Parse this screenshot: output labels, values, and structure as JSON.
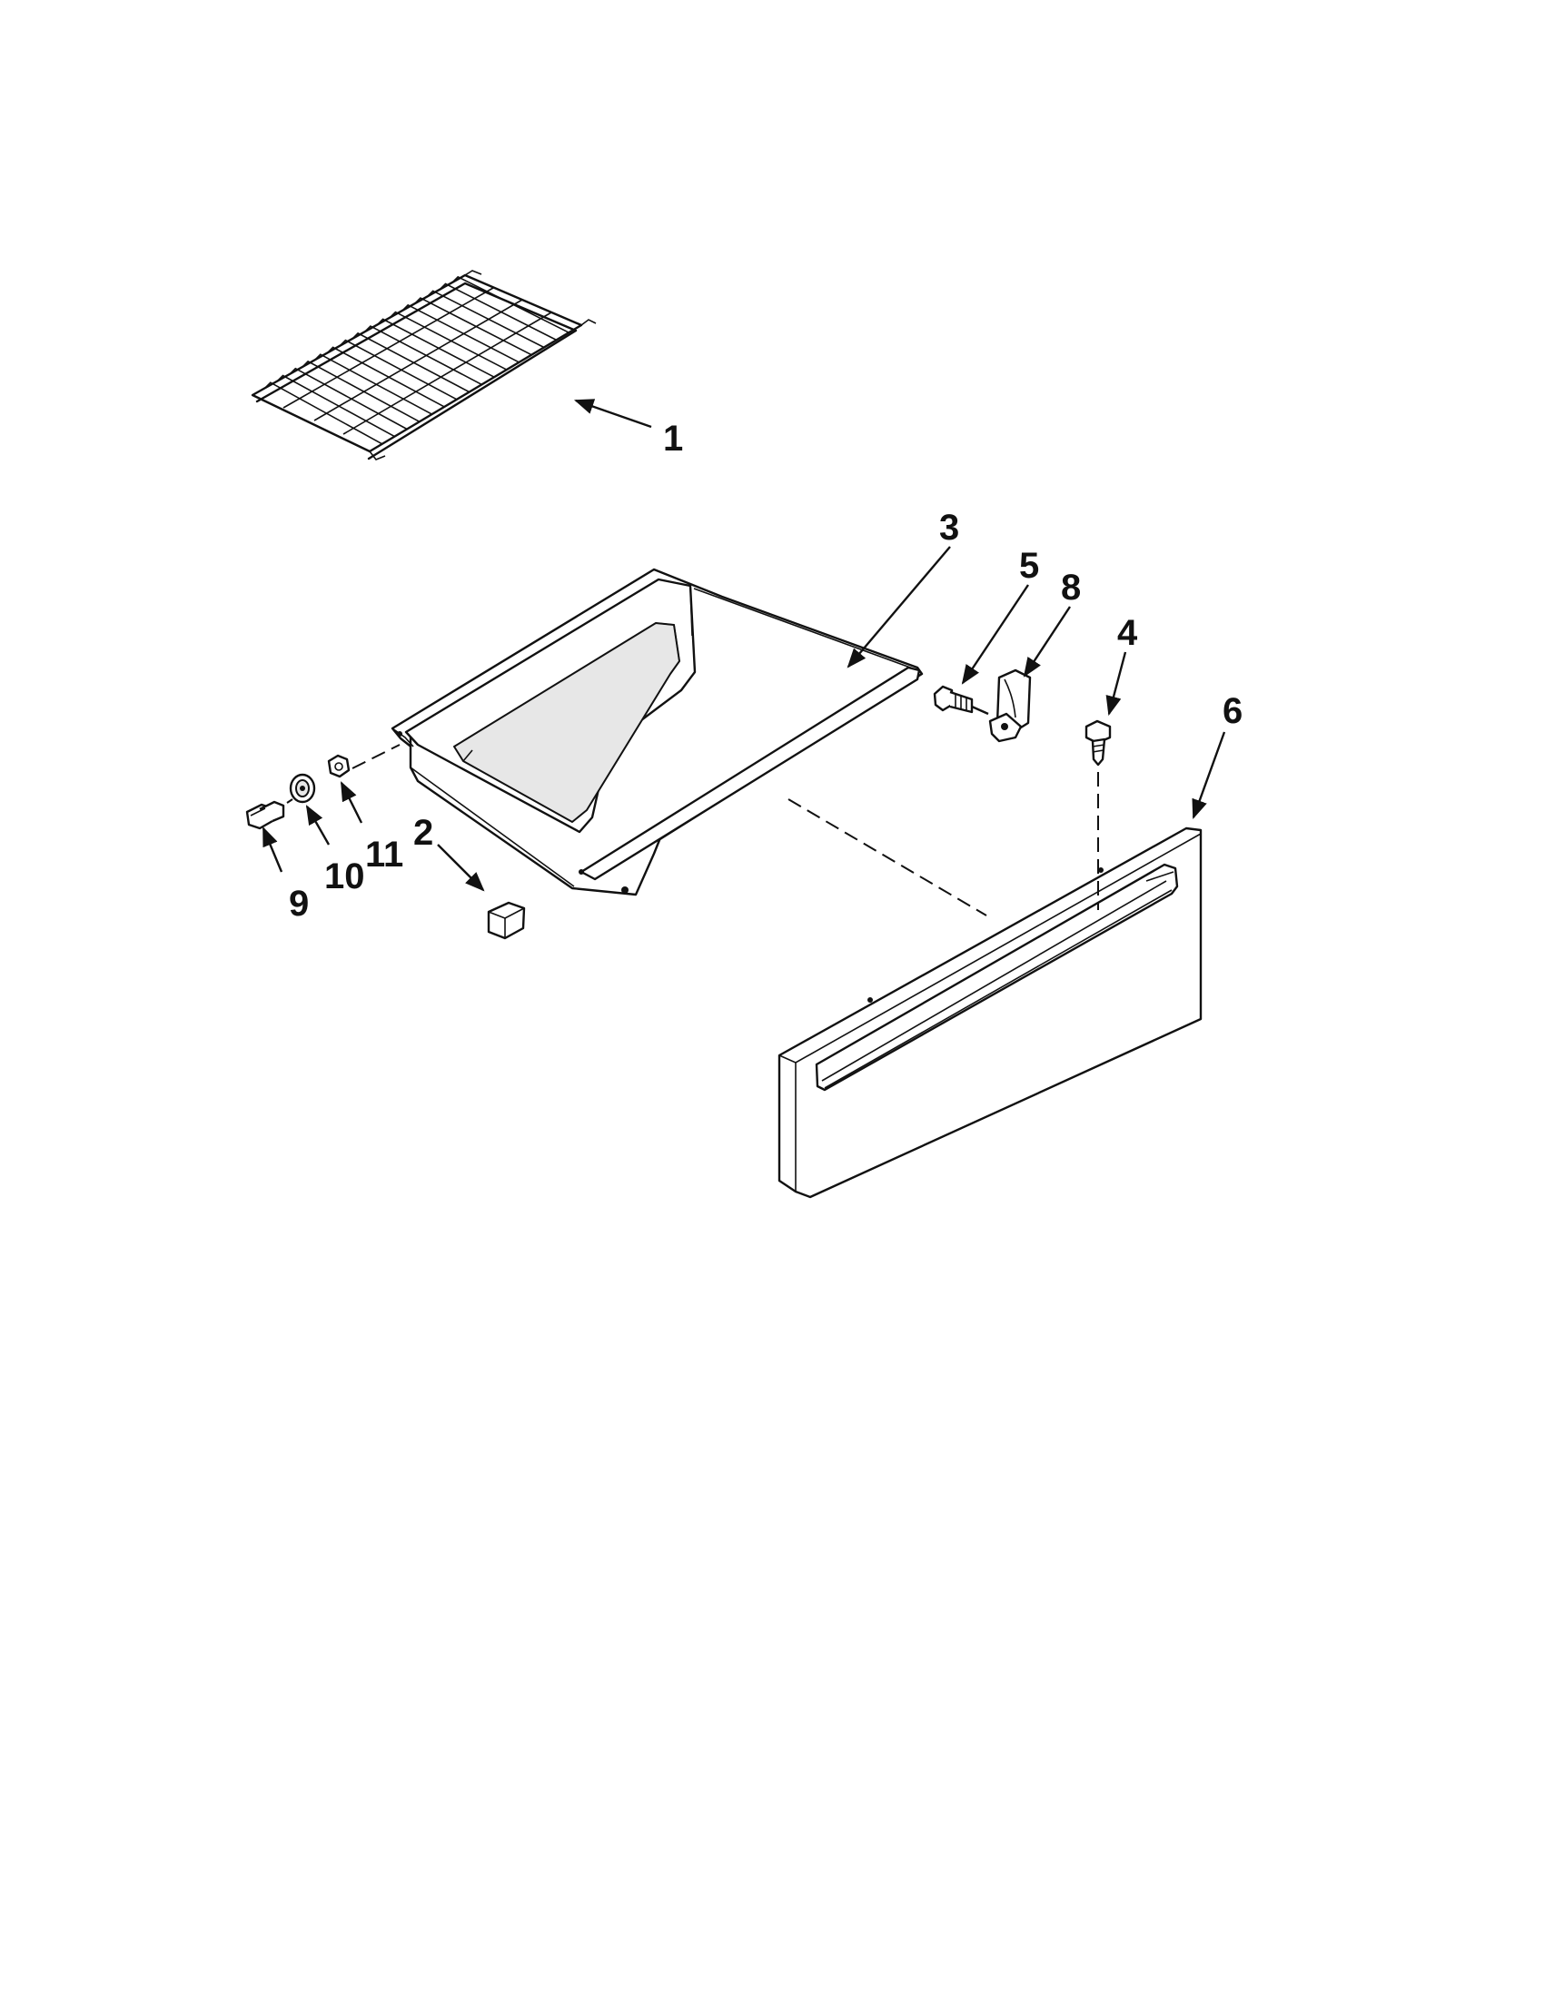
{
  "callouts": [
    {
      "id": "1",
      "label": "1"
    },
    {
      "id": "2",
      "label": "2"
    },
    {
      "id": "3",
      "label": "3"
    },
    {
      "id": "4",
      "label": "4"
    },
    {
      "id": "5",
      "label": "5"
    },
    {
      "id": "6",
      "label": "6"
    },
    {
      "id": "8",
      "label": "8"
    },
    {
      "id": "9",
      "label": "9"
    },
    {
      "id": "10",
      "label": "10"
    },
    {
      "id": "11",
      "label": "11"
    }
  ]
}
